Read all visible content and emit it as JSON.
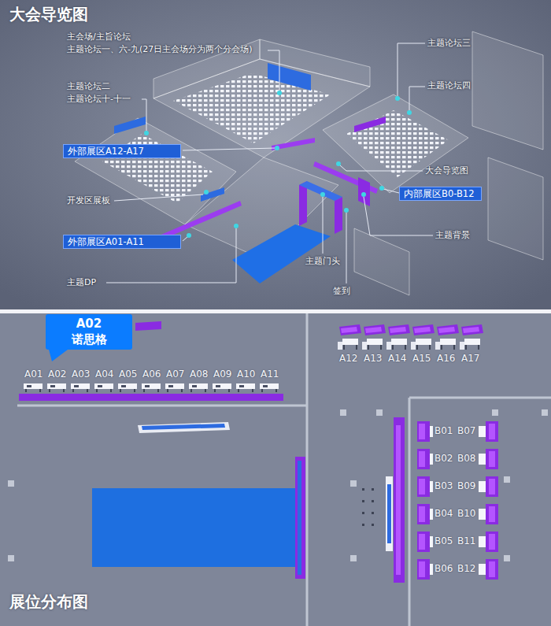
{
  "diagram": {
    "title": "大会导览图",
    "nodes": [
      {
        "text": [
          "外部展区A12-A17"
        ]
      },
      {
        "text": [
          "外部展区A01-A11"
        ]
      },
      {
        "text": [
          "内部展区B0-B12"
        ]
      },
      {
        "text": [
          "A02",
          "诺思格"
        ]
      }
    ],
    "labels": [
      "主会场/主旨论坛",
      "主题论坛一、六-九(27日主会场分为两个分会场)",
      "主题论坛二",
      "主题论坛十-十一",
      "开发区展板",
      "主题DP",
      "主题门头",
      "签到",
      "主题论坛三",
      "主题论坛四",
      "大会导览图",
      "主题背景",
      "展位分布图",
      "A01",
      "A02",
      "A03",
      "A04",
      "A05",
      "A06",
      "A07",
      "A08",
      "A09",
      "A10",
      "A11",
      "A12",
      "A13",
      "A14",
      "A15",
      "A16",
      "A17",
      "B01",
      "B07",
      "B02",
      "B08",
      "B03",
      "B09",
      "B04",
      "B10",
      "B05",
      "B11",
      "B06",
      "B12"
    ]
  }
}
